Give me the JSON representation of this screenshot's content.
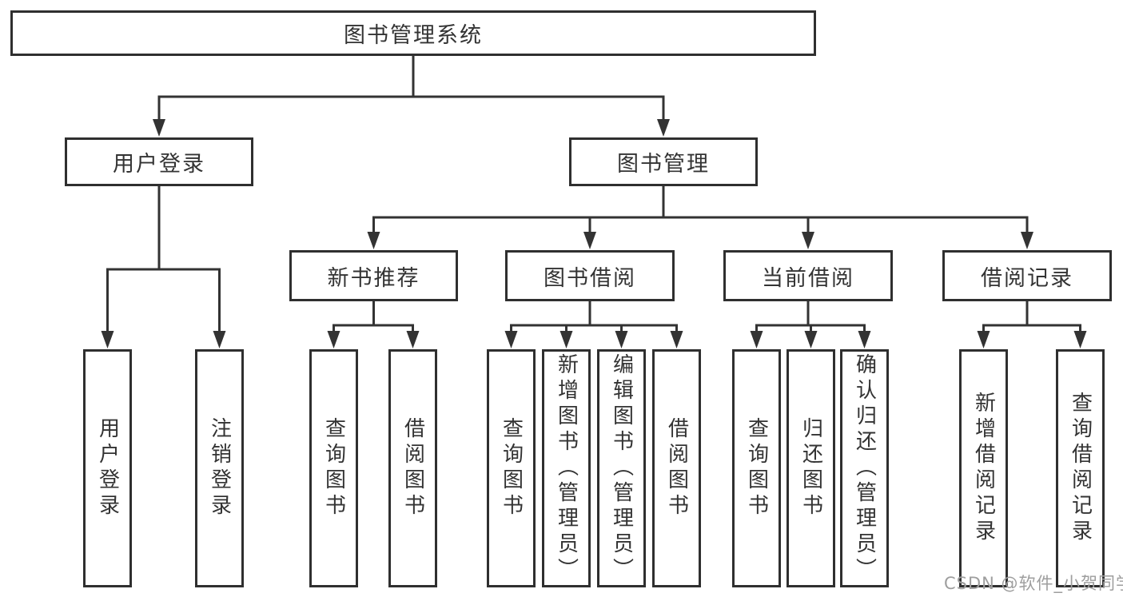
{
  "diagram": {
    "title": "图书管理系统",
    "root": {
      "label": "图书管理系统"
    },
    "branches": [
      {
        "label": "用户登录",
        "children": [
          {
            "label": "用户登录"
          },
          {
            "label": "注销登录"
          }
        ]
      },
      {
        "label": "图书管理",
        "children": [
          {
            "label": "新书推荐",
            "children": [
              {
                "label": "查询图书"
              },
              {
                "label": "借阅图书"
              }
            ]
          },
          {
            "label": "图书借阅",
            "children": [
              {
                "label": "查询图书"
              },
              {
                "label": "新增图书（管理员）"
              },
              {
                "label": "编辑图书（管理员）"
              },
              {
                "label": "借阅图书"
              }
            ]
          },
          {
            "label": "当前借阅",
            "children": [
              {
                "label": "查询图书"
              },
              {
                "label": "归还图书"
              },
              {
                "label": "确认归还（管理员）"
              }
            ]
          },
          {
            "label": "借阅记录",
            "children": [
              {
                "label": "新增借阅记录"
              },
              {
                "label": "查询借阅记录"
              }
            ]
          }
        ]
      }
    ],
    "colors": {
      "line": "#333333",
      "box_border": "#2f2f2f",
      "text": "#333333",
      "background": "#ffffff",
      "watermark_text": "#9e9e9e"
    },
    "watermark": "CSDN @软件_小贺同学"
  }
}
